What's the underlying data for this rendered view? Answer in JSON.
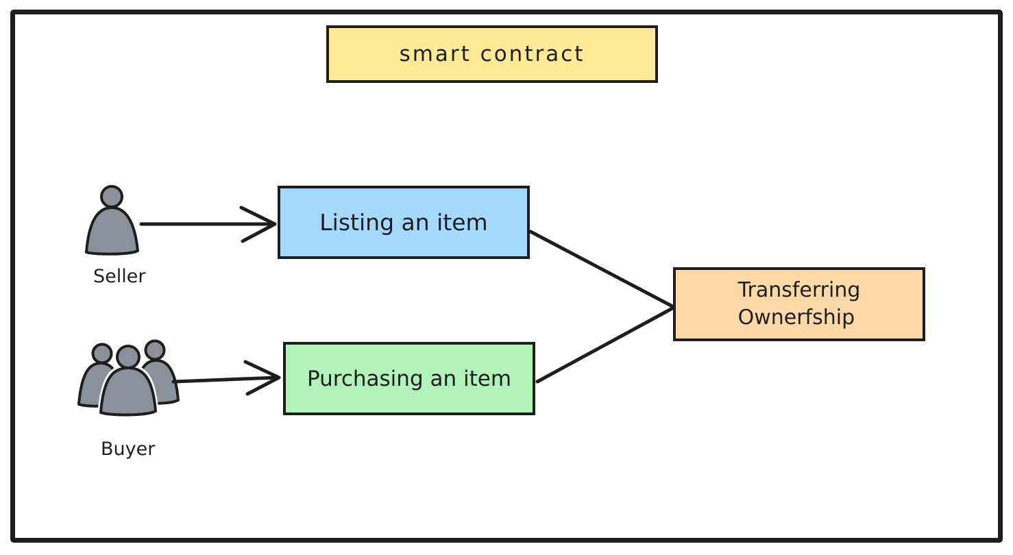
{
  "diagram": {
    "title": "smart contract",
    "actors": [
      {
        "id": "seller",
        "label": "Seller",
        "icon": "person-icon"
      },
      {
        "id": "buyer",
        "label": "Buyer",
        "icon": "people-group-icon"
      }
    ],
    "nodes": [
      {
        "id": "listing",
        "label": "Listing an item",
        "color": "#a5d8ff"
      },
      {
        "id": "purchasing",
        "label": "Purchasing an item",
        "color": "#b2f2bb"
      },
      {
        "id": "transferring",
        "label_line1": "Transferring",
        "label_line2": "Ownerfship",
        "color": "#ffd8a8"
      }
    ],
    "edges": [
      {
        "from": "seller",
        "to": "listing",
        "type": "arrow"
      },
      {
        "from": "buyer",
        "to": "purchasing",
        "type": "arrow"
      },
      {
        "from": "listing",
        "to": "transferring",
        "type": "line"
      },
      {
        "from": "purchasing",
        "to": "transferring",
        "type": "line"
      }
    ]
  },
  "colors": {
    "stroke": "#1e1e1e",
    "canvas_bg": "#ffffff",
    "title_bg": "#ffe994",
    "listing_bg": "#a5d8ff",
    "purchasing_bg": "#b2f2bb",
    "transferring_bg": "#ffd8a8",
    "actor_fill": "#8a919a"
  }
}
